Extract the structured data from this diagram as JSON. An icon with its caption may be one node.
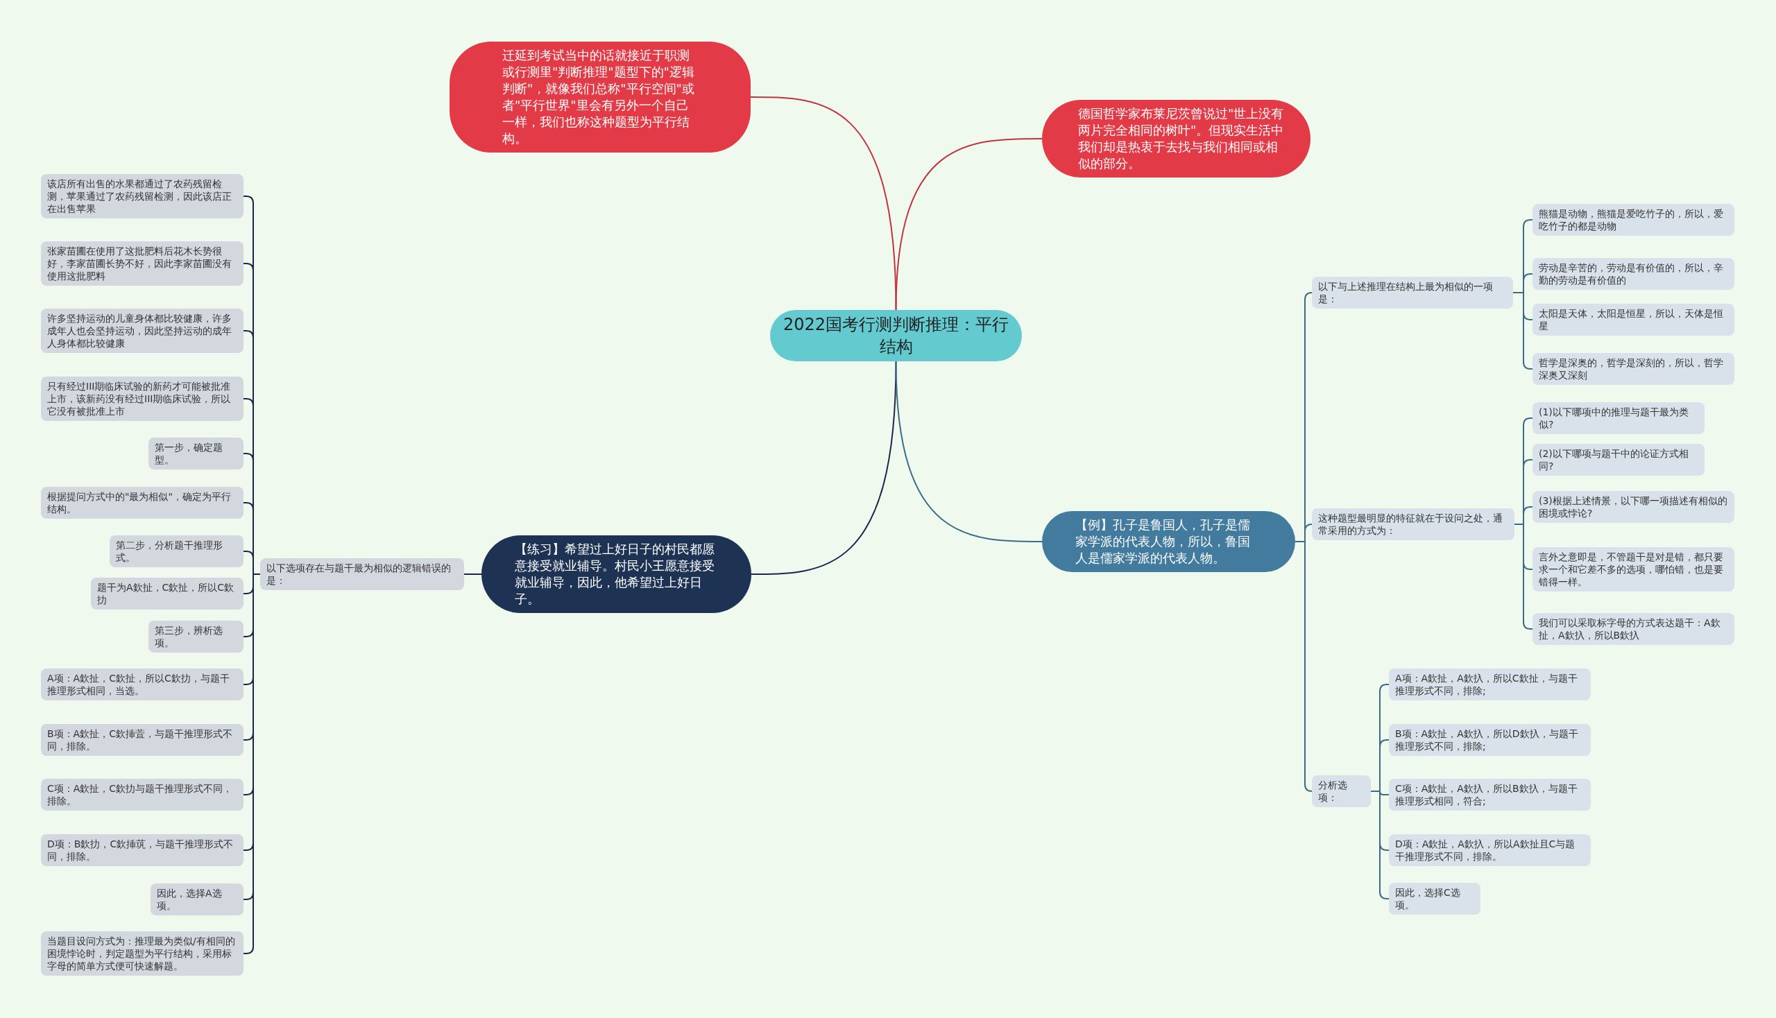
{
  "diagram": {
    "nodes": [
      {
        "text": [
          "2022国考行测判断推理：平行结构"
        ]
      },
      {
        "text": [
          "迁延到考试当中的话就接近于职测或行测里\"判断推理\"题型下的\"逻辑判断\"，就像我们总称\"平行空间\"或者\"平行世界\"里会有另外一个自己一样，我们也称这种题型为平行结构。"
        ]
      },
      {
        "text": [
          "德国哲学家布莱尼茨曾说过\"世上没有两片完全相同的树叶\"。但现实生活中我们却是热衷于去找与我们相同或相似的部分。"
        ]
      },
      {
        "text": [
          "【练习】希望过上好日子的村民都愿意接受就业辅导。村民小王愿意接受就业辅导，因此，他希望过上好日子。"
        ]
      },
      {
        "text": [
          "以下选项存在与题干最为相似的逻辑错误的是："
        ]
      },
      {
        "text": [
          "该店所有出售的水果都通过了农药残留检测，苹果通过了农药残留检测，因此该店正在出售苹果"
        ]
      },
      {
        "text": [
          "张家苗圃在使用了这批肥料后花木长势很好，李家苗圃长势不好，因此李家苗圃没有使用这批肥料"
        ]
      },
      {
        "text": [
          "许多坚持运动的儿童身体都比较健康，许多成年人也会坚持运动，因此坚持运动的成年人身体都比较健康"
        ]
      },
      {
        "text": [
          "只有经过III期临床试验的新药才可能被批准上市，该新药没有经过III期临床试验，所以它没有被批准上市"
        ]
      },
      {
        "text": [
          "第一步，确定题型。"
        ]
      },
      {
        "text": [
          "根据提问方式中的\"最为相似\"，确定为平行结构。"
        ]
      },
      {
        "text": [
          "第二步，分析题干推理形式。"
        ]
      },
      {
        "text": [
          "题干为A欽扯，C欽扯，所以C欽扐"
        ]
      },
      {
        "text": [
          "第三步，辨析选项。"
        ]
      },
      {
        "text": [
          "A项：A欽扯，C欽扯，所以C欽扐，与题干推理形式相同，当选。"
        ]
      },
      {
        "text": [
          "B项：A欽扯，C欽挿萓，与题干推理形式不同，排除。"
        ]
      },
      {
        "text": [
          "C项：A欽扯，C欽扐与题干推理形式不同，排除。"
        ]
      },
      {
        "text": [
          "D项：B欽扐，C欽挿茿，与题干推理形式不同，排除。"
        ]
      },
      {
        "text": [
          "因此，选择A选项。"
        ]
      },
      {
        "text": [
          "当题目设问方式为：推理最为类似/有相同的困境悖论时，判定题型为平行结构，采用标字母的简单方式便可快速解题。"
        ]
      },
      {
        "text": [
          "【例】孔子是鲁国人，孔子是儒家学派的代表人物，所以，鲁国人是儒家学派的代表人物。"
        ]
      },
      {
        "text": [
          "以下与上述推理在结构上最为相似的一项是："
        ]
      },
      {
        "text": [
          "熊猫是动物，熊猫是爱吃竹子的，所以，爱吃竹子的都是动物"
        ]
      },
      {
        "text": [
          "劳动是辛苦的，劳动是有价值的，所以，辛勤的劳动是有价值的"
        ]
      },
      {
        "text": [
          "太阳是天体，太阳是恒星，所以，天体是恒星"
        ]
      },
      {
        "text": [
          "哲学是深奥的，哲学是深刻的，所以，哲学深奥又深刻"
        ]
      },
      {
        "text": [
          "这种题型最明显的特征就在于设问之处，通常采用的方式为："
        ]
      },
      {
        "text": [
          "(1)以下哪项中的推理与题干最为类似?"
        ]
      },
      {
        "text": [
          "(2)以下哪项与题干中的论证方式相同?"
        ]
      },
      {
        "text": [
          "(3)根据上述情景，以下哪一项描述有相似的困境或悖论?"
        ]
      },
      {
        "text": [
          "言外之意即是，不管题干是对是错，都只要求一个和它差不多的选项，哪怕错，也是要错得一样。"
        ]
      },
      {
        "text": [
          "我们可以采取标字母的方式表达题干：A欽扯，A欽扖，所以B欽扖"
        ]
      },
      {
        "text": [
          "分析选项："
        ]
      },
      {
        "text": [
          "A项：A欽扯，A欽扖，所以C欽扯，与题干推理形式不同，排除;"
        ]
      },
      {
        "text": [
          "B项：A欽扯，A欽扖，所以D欽扖，与题干推理形式不同，排除;"
        ]
      },
      {
        "text": [
          "C项：A欽扯，A欽扖，所以B欽扖，与题干推理形式相同，符合;"
        ]
      },
      {
        "text": [
          "D项：A欽扯，A欽扖，所以A欽扯且C与题干推理形式不同，排除。"
        ]
      },
      {
        "text": [
          "因此，选择C选项。"
        ]
      }
    ],
    "edges": [
      {
        "from": 0,
        "to": 1,
        "arrow": "none",
        "color": "#c23340"
      },
      {
        "from": 0,
        "to": 2,
        "arrow": "none",
        "color": "#c23340"
      },
      {
        "from": 0,
        "to": 3,
        "arrow": "none",
        "color": "#1b2648"
      },
      {
        "from": 0,
        "to": 20,
        "arrow": "none"
      },
      {
        "from": 3,
        "to": 4,
        "arrow": "none",
        "color": "#1b2648"
      },
      {
        "from": 4,
        "to": 5,
        "arrow": "none",
        "color": "#1b2648"
      },
      {
        "from": 4,
        "to": 6,
        "arrow": "none",
        "color": "#1b2648"
      },
      {
        "from": 4,
        "to": 7,
        "arrow": "none",
        "color": "#1b2648"
      },
      {
        "from": 4,
        "to": 8,
        "arrow": "none",
        "color": "#1b2648"
      },
      {
        "from": 4,
        "to": 9,
        "arrow": "none",
        "color": "#1b2648"
      },
      {
        "from": 4,
        "to": 10,
        "arrow": "none",
        "color": "#1b2648"
      },
      {
        "from": 4,
        "to": 11,
        "arrow": "none",
        "color": "#1b2648"
      },
      {
        "from": 4,
        "to": 12,
        "arrow": "none",
        "color": "#1b2648"
      },
      {
        "from": 4,
        "to": 13,
        "arrow": "none",
        "color": "#1b2648"
      },
      {
        "from": 4,
        "to": 14,
        "arrow": "none",
        "color": "#1b2648"
      },
      {
        "from": 4,
        "to": 15,
        "arrow": "none",
        "color": "#1b2648"
      },
      {
        "from": 4,
        "to": 16,
        "arrow": "none",
        "color": "#1b2648"
      },
      {
        "from": 4,
        "to": 17,
        "arrow": "none",
        "color": "#1b2648"
      },
      {
        "from": 4,
        "to": 18,
        "arrow": "none",
        "color": "#1b2648"
      },
      {
        "from": 4,
        "to": 19,
        "arrow": "none",
        "color": "#1b2648"
      },
      {
        "from": 20,
        "to": 21,
        "arrow": "none"
      },
      {
        "from": 21,
        "to": 22,
        "arrow": "none"
      },
      {
        "from": 21,
        "to": 23,
        "arrow": "none"
      },
      {
        "from": 21,
        "to": 24,
        "arrow": "none"
      },
      {
        "from": 21,
        "to": 25,
        "arrow": "none"
      },
      {
        "from": 20,
        "to": 26,
        "arrow": "none"
      },
      {
        "from": 26,
        "to": 27,
        "arrow": "none"
      },
      {
        "from": 26,
        "to": 28,
        "arrow": "none"
      },
      {
        "from": 26,
        "to": 29,
        "arrow": "none"
      },
      {
        "from": 26,
        "to": 30,
        "arrow": "none"
      },
      {
        "from": 26,
        "to": 31,
        "arrow": "none"
      },
      {
        "from": 20,
        "to": 32,
        "arrow": "none"
      },
      {
        "from": 32,
        "to": 33,
        "arrow": "none"
      },
      {
        "from": 32,
        "to": 34,
        "arrow": "none"
      },
      {
        "from": 32,
        "to": 35,
        "arrow": "none"
      },
      {
        "from": 32,
        "to": 36,
        "arrow": "none"
      },
      {
        "from": 32,
        "to": 37,
        "arrow": "none"
      }
    ]
  }
}
